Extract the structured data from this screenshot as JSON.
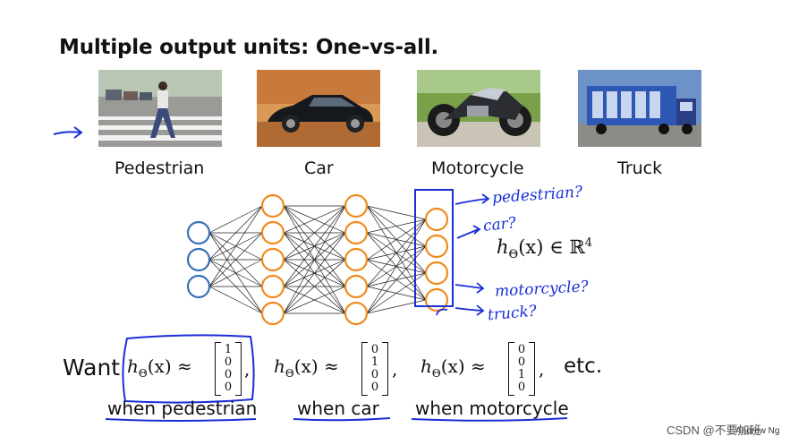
{
  "title": "Multiple output units: One-vs-all.",
  "images": [
    {
      "caption": "Pedestrian"
    },
    {
      "caption": "Car"
    },
    {
      "caption": "Motorcycle"
    },
    {
      "caption": "Truck"
    }
  ],
  "network": {
    "layers": [
      3,
      5,
      5,
      4
    ]
  },
  "annotations": {
    "pedestrian": "pedestrian?",
    "car": "car?",
    "motorcycle": "motorcycle?",
    "truck": "truck?",
    "hypothesis": "h",
    "hypothesis_sub": "Θ",
    "hypothesis_rest": "(x) ∈ ℝ",
    "hypothesis_sup": "4"
  },
  "want": {
    "label": "Want",
    "etc": "etc.",
    "expr_h": "h",
    "expr_sub": "Θ",
    "expr_rest": "(x) ≈",
    "vectors": [
      {
        "values": [
          "1",
          "0",
          "0",
          "0"
        ],
        "when": "when pedestrian"
      },
      {
        "values": [
          "0",
          "1",
          "0",
          "0"
        ],
        "when": "when car"
      },
      {
        "values": [
          "0",
          "0",
          "1",
          "0"
        ],
        "when": "when motorcycle"
      }
    ]
  },
  "footer": {
    "watermark": "CSDN @不要加班",
    "author": "Andrew Ng"
  },
  "colors": {
    "ink": "#1a2fd6",
    "node_input": "#3a6fb5",
    "node_hidden": "#f08a1c"
  }
}
